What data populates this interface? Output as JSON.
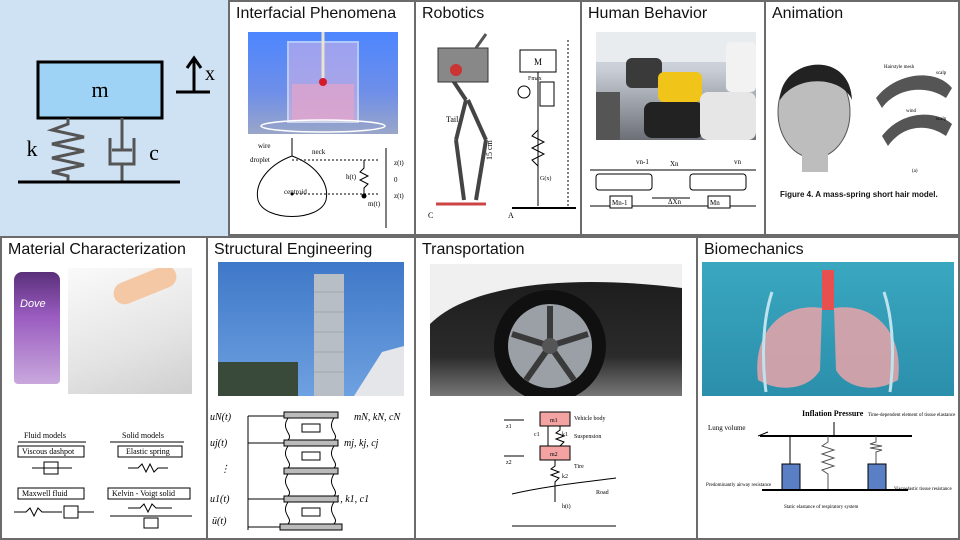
{
  "colors": {
    "hero_bg": "#cfe2f3",
    "mass_fill": "#9fd3f5",
    "spring": "#555555",
    "panel_border": "#6b6b6b",
    "tank_fill": "#5b7fc4"
  },
  "hero": {
    "mass_label": "m",
    "spring_label": "k",
    "damper_label": "c",
    "axis_label": "x"
  },
  "panels": {
    "interfacial": {
      "title": "Interfacial Phenomena",
      "labels": {
        "wire": "wire",
        "neck": "neck",
        "droplet": "droplet",
        "centroid": "centroid",
        "zt": "z(t)",
        "zero": "0",
        "ht": "h(t)",
        "mt": "m(t)",
        "z2t": "z(t)"
      }
    },
    "robotics": {
      "title": "Robotics",
      "labels": {
        "M": "M",
        "tail": "Tail",
        "scale": "15 cm",
        "fmax": "Fmax",
        "g": "G(x)",
        "c": "C",
        "a": "A"
      }
    },
    "human": {
      "title": "Human Behavior",
      "labels": {
        "mn": "Mn",
        "mn1": "Mn-1",
        "xn": "Xn",
        "dxn": "ΔXn",
        "vn": "vn",
        "vn1": "vn-1"
      }
    },
    "animation": {
      "title": "Animation",
      "labels": {
        "hair": "Hairstyle mesh",
        "wind": "wind",
        "scalp1": "scalp",
        "scalp2": "scalp",
        "a": "(a)"
      },
      "caption": "Figure 4. A mass-spring short hair model."
    },
    "material": {
      "title": "Material Characterization",
      "brand": "Dove",
      "fluid_header": "Fluid models",
      "solid_header": "Solid models",
      "viscous": "Viscous dashpot",
      "elastic": "Elastic spring",
      "maxwell": "Maxwell fluid",
      "kelvin": "Kelvin - Voigt solid"
    },
    "structural": {
      "title": "Structural Engineering",
      "floors": [
        {
          "u": "uN(t)",
          "params": "mN, kN, cN"
        },
        {
          "u": "uj(t)",
          "params": "mj, kj, cj"
        },
        {
          "u": "⋮",
          "params": ""
        },
        {
          "u": "u1(t)",
          "params": "m1, k1, c1"
        }
      ],
      "ground": "ü(t)"
    },
    "transportation": {
      "title": "Transportation",
      "labels": {
        "m1": "m1",
        "m2": "m2",
        "body": "Vehicle body",
        "susp": "Suspension",
        "tire": "Tire",
        "road": "Road",
        "c1": "c1",
        "k1": "k1",
        "k2": "k2",
        "z1": "z1",
        "z2": "z2",
        "ht": "h(t)"
      }
    },
    "biomechanics": {
      "title": "Biomechanics",
      "labels": {
        "inflation": "Inflation Pressure",
        "lung_volume": "Lung volume",
        "time_dep": "Time-dependent element of tissue elastance",
        "pred": "Predominantly airway resistance",
        "static": "Static elastance of respiratory system",
        "visco": "Viscoelastic tissue resistance"
      }
    }
  }
}
